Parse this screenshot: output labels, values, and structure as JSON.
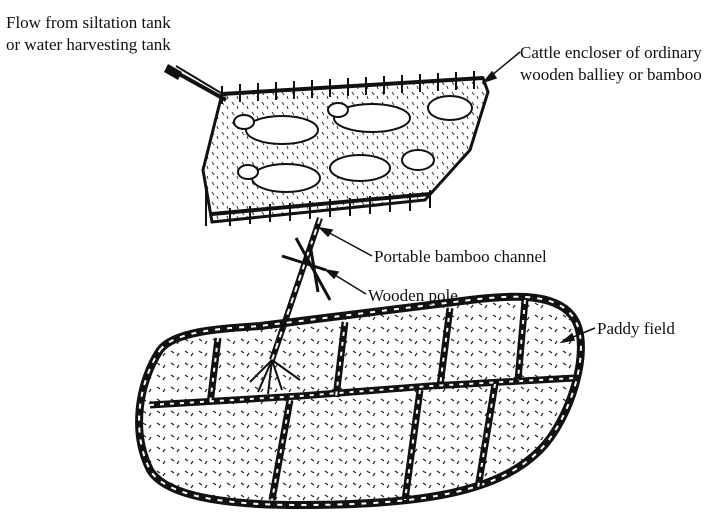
{
  "labels": {
    "flow": {
      "line1": "Flow from siltation tank",
      "line2": "or water harvesting tank"
    },
    "cattle": {
      "line1": "Cattle encloser of ordinary",
      "line2": "wooden balliey or bamboo"
    },
    "channel": "Portable bamboo channel",
    "pole": "Wooden  pole",
    "paddy": "Paddy field"
  },
  "colors": {
    "ink": "#111111",
    "background": "#ffffff"
  }
}
